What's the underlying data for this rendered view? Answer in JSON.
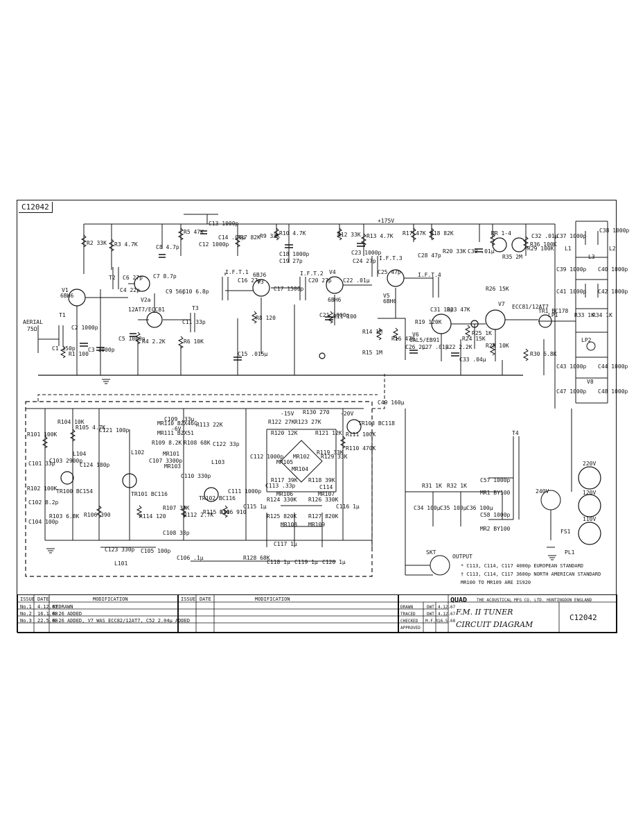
{
  "drawing_number": "C12042",
  "supply": "+175V",
  "aerial": {
    "label": "AERIAL",
    "impedance": "75Ω"
  },
  "valves": {
    "v1": "V1",
    "v2a": "V2a",
    "v3": "V3",
    "v4": "V4",
    "v5": "V5",
    "v6": "V6",
    "v7": "V7"
  },
  "ift": {
    "ift1": "I.F.T.1",
    "ift2": "I.F.T.2",
    "ift3": "I.F.T.3",
    "ift4": "I.F.T.4"
  },
  "top_labels": {
    "r2": "R2 33K",
    "r3": "R3 4.7K",
    "r5": "R5 47K",
    "r7": "R7 82K",
    "c12": "C12 1000p",
    "c8": "C8 4.7p",
    "c14": "C14 .01μ",
    "c13": "C13 1000p",
    "r9": "R9 33K",
    "r10": "R10 4.7K",
    "c18": "C18 1000p",
    "c19": "C19 27p",
    "r12": "R12 33K",
    "r13": "R13 4.7K",
    "c23": "C23 1000p",
    "c24": "C24 27p",
    "r17": "R17 47K",
    "r18": "R18 82K",
    "c28": "C28 47p",
    "c30": "C30 .01μ",
    "r20": "R20 33K",
    "r35": "R35 2M",
    "r36": "R36 100K",
    "mr": "MR 1-4",
    "c32": "C32 .01μ"
  },
  "left_labels": {
    "c1": "C1 150p",
    "r1": "R1 100",
    "c2": "C2 1000p",
    "c3": "C3 1000p",
    "c4": "C4 22p",
    "c5": "C5 1000p",
    "r4": "R4 2.2K",
    "r6": "R6 10K",
    "c6": "C6 27p",
    "c7": "C7 8.7p",
    "c9": "C9 56p",
    "c10": "C10 6.8p",
    "c11": "C11 33p",
    "c15": "C15 .015μ",
    "c16": "C16 27p",
    "c17": "C17 1500p",
    "r8": "R8 120",
    "c20": "C20 27p",
    "c21": "C21 1000p",
    "r11": "R11 100",
    "c22": "C22 .01μ",
    "c25": "C25 47p",
    "r14": "R14 1M",
    "r15": "R15 1M",
    "r16": "R16 47K",
    "c26": "C26 2μ",
    "c27": "C27 .01μ",
    "c31": "C31 10p",
    "r19": "R19 120K",
    "r22": "R22 2.2K",
    "r23": "R23 47K",
    "r24": "R24 15K",
    "r25": "R25 1K",
    "c33": "C33 .04μ",
    "r26": "R26 15K",
    "r28": "R28 10K",
    "r29": "R29 100K",
    "r30": "R30 6.8K",
    "t1": "T1",
    "t2": "T2",
    "t3": "T3",
    "v1_type": "6BH6",
    "v2_type": "12AT7/ECC81",
    "v3_type": "6BJ6",
    "v4_type": "6BH6",
    "v5_type": "6BH6",
    "v6_type": "6AL5/EB91",
    "v7_type": "ECC81/12AT7",
    "tr1": "TR1 BC178"
  },
  "right_labels": {
    "c37": "C37 1000p",
    "c38": "C38 1000p",
    "l1": "L1",
    "l2": "L2",
    "l3": "L3",
    "c39": "C39 1000p",
    "c40": "C40 1000p",
    "c41": "C41 1000p",
    "c42": "C42 1000p",
    "r33": "R33 1K",
    "r34": "R34 1K",
    "lp1": "LP1",
    "lp2": "LP2",
    "c43": "C43 1000p",
    "c44": "C44 1000p",
    "c47": "C47 1000p",
    "c48": "C48 1000p",
    "v8": "V8"
  },
  "lower_labels": {
    "r101": "R101 100K",
    "r102": "R102 100K",
    "r103": "R103 6.8K",
    "r104": "R104 10K",
    "r105": "R105 4.7K",
    "r106": "R106 390",
    "r107": "R107 33K",
    "r108": "R108 68K",
    "r109": "R109 8.2K",
    "r110": "R110 470K",
    "r111": "R111 100K",
    "r112": "R112 2.7K",
    "r113": "R113 22K",
    "r114": "R114 120",
    "r115": "R115 330",
    "r116": "R116 910",
    "r117": "R117 39K",
    "r118": "R118 39K",
    "r119": "R119 33K",
    "r120": "R120 12K",
    "r121": "R121 12K",
    "r122": "R122 27K",
    "r123": "R123 27K",
    "r124": "R124 330K",
    "r125": "R125 820K",
    "r126": "R126 330K",
    "r127": "R127 820K",
    "r128": "R128 68K",
    "r129": "R129 33K",
    "r130": "R130 270",
    "c101": "C101 33p",
    "c102": "C102 8.2p",
    "c103": "C103 2900p",
    "c104": "C104 100p",
    "c105": "C105 100p",
    "c106": "C106 .1μ",
    "c107": "C107 3300p",
    "c108": "C108 33p",
    "c109": "C109 .33μ",
    "c110": "C110 330p",
    "c111": "C111 1000p",
    "c112": "C112 1000p",
    "c113": "C113 .33p",
    "c114": "C114",
    "c115": "C115 1μ",
    "c116": "C116 1μ",
    "c117": "C117 1μ",
    "c118": "C118 1μ",
    "c119": "C119 1μ",
    "c120": "C120 1μ",
    "c121": "C121 100p",
    "c122": "C122 33p",
    "c123": "C123 330p",
    "c124": "C124 180p",
    "c49": "C49 160μ",
    "tr101": "TR101 BC116",
    "tr102": "TR102 BC116",
    "tr103": "TR103 BC118",
    "tr100": "TR100 BC154",
    "l101": "L101",
    "l102": "L102",
    "l103": "L103",
    "l104": "L104",
    "mr101": "MR101",
    "mr102": "MR102",
    "mr103": "MR103",
    "mr104": "MR104",
    "mr105": "MR105",
    "mr106": "MR106",
    "mr107": "MR107",
    "mr108": "MR108",
    "mr109": "MR109",
    "mr110": "MR110 BZX46C",
    "mr111": "MR111 BZX51",
    "v_m6": "-6V",
    "v_m15": "-15V",
    "v_m20": "-20V"
  },
  "psu_labels": {
    "r31": "R31 1K",
    "r32": "R32 1K",
    "c34": "C34 100μ",
    "c35": "C35 100μ",
    "c36": "C36 100μ",
    "c57": "C57 1000p",
    "c58": "C58 1000p",
    "mr1": "MR1 BY100",
    "mr2": "MR2 BY100",
    "t4": "T4",
    "v240": "240V",
    "v220": "220V",
    "v120": "120V",
    "v110": "110V",
    "fs1": "FS1",
    "pl1": "PL1",
    "skt": "SKT",
    "output": "OUTPUT"
  },
  "notes": [
    "* C113, C114, C117   4000p  EUROPEAN STANDARD",
    "† C113, C114, C117   3600p  NORTH AMERICAN STANDARD",
    "MR100 TO MR109 ARE IS920"
  ],
  "modification_table": {
    "headers": [
      "ISSUE",
      "DATE",
      "MODIFICATION"
    ],
    "rows": [
      [
        "No.1",
        "4.12.67",
        "REDRAWN"
      ],
      [
        "No.2",
        "16.1.68",
        "R-26 ADDED"
      ],
      [
        "No.3",
        "22.5.68",
        "R-26 ADDED, V7 WAS ECC82/12AT7, C52 2.04μ ADDED"
      ]
    ],
    "headers_right": [
      "ISSUE",
      "DATE",
      "MODIFICATION"
    ]
  },
  "title_block": {
    "company": "QUAD",
    "company_full": "THE ACOUSTICAL  MFG  CO. LTD.   HUNTINGDON   ENGLAND",
    "title": "F.M. II  TUNER",
    "subtitle": "CIRCUIT  DIAGRAM",
    "drawing_no": "C12042",
    "rows": [
      {
        "role": "DRAWN",
        "who": "DWT",
        "date": "4.12.67"
      },
      {
        "role": "TRACED",
        "who": "DWT",
        "date": "4.12.67"
      },
      {
        "role": "CHECKED",
        "who": "M.F.R.",
        "date": "16.5.68"
      },
      {
        "role": "APPROVED",
        "who": "",
        "date": ""
      }
    ]
  }
}
